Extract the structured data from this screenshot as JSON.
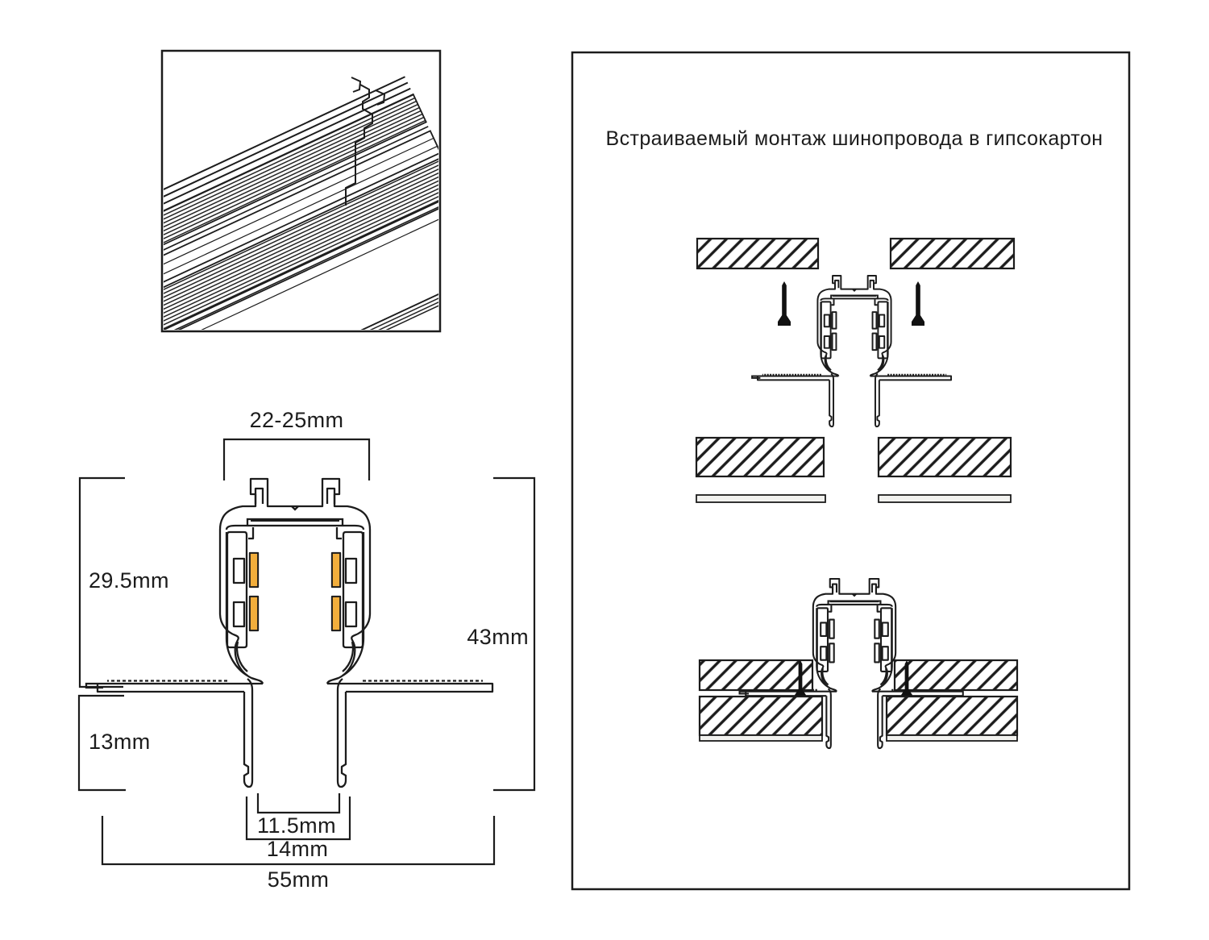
{
  "right_panel": {
    "title": "Встраиваемый монтаж шинопровода в гипсокартон"
  },
  "dimensions": {
    "top_width": "22-25mm",
    "upper_height": "29.5mm",
    "flange_depth": "13mm",
    "total_height": "43mm",
    "inner_bottom_width": "11.5mm",
    "outer_bottom_width": "14mm",
    "total_width": "55mm"
  },
  "colors": {
    "line": "#1c1c1c",
    "contact": "#F2AE3C",
    "strip_fill": "#f2f2ef"
  }
}
